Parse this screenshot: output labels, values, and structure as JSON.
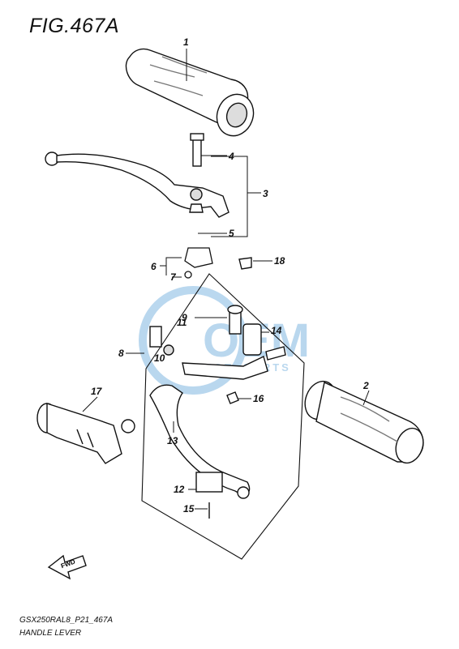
{
  "figure": {
    "title": "FIG.467A",
    "model_code": "GSX250RAL8_P21_467A",
    "section_name": "HANDLE LEVER"
  },
  "callouts": [
    "1",
    "2",
    "3",
    "4",
    "5",
    "6",
    "7",
    "8",
    "9",
    "10",
    "11",
    "12",
    "13",
    "14",
    "15",
    "16",
    "17",
    "18"
  ],
  "watermark": {
    "brand": "OEM",
    "subtitle": "MOTOPARTS",
    "color": "#3a8fd0"
  },
  "fwd_arrow_label": "FWD",
  "colors": {
    "line": "#111111",
    "part_fill": "#ffffff",
    "shade": "#bbbbbb"
  }
}
